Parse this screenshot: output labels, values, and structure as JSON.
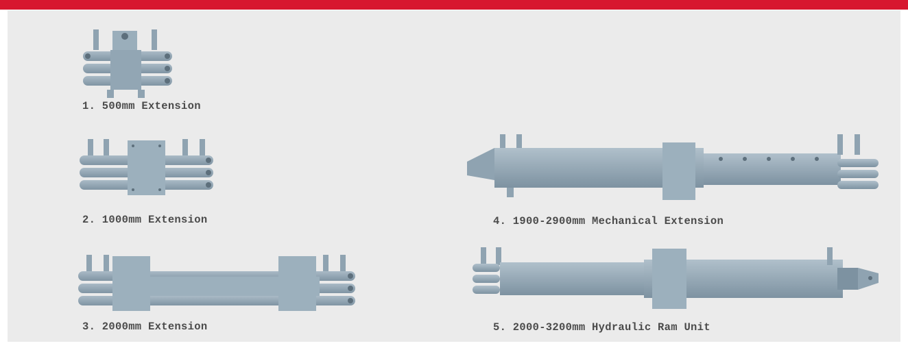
{
  "colors": {
    "accent": "#d7172f",
    "panel": "#ebebeb",
    "steel": "#8fa3b1",
    "caption": "#4a4a4a"
  },
  "items": [
    {
      "caption": "1. 500mm Extension",
      "image": "500mm-extension-bracket"
    },
    {
      "caption": "2. 1000mm Extension",
      "image": "1000mm-extension-bracket"
    },
    {
      "caption": "3. 2000mm Extension",
      "image": "2000mm-extension-beam"
    },
    {
      "caption": "4. 1900-2900mm Mechanical Extension",
      "image": "mechanical-extension-beam"
    },
    {
      "caption": "5. 2000-3200mm Hydraulic Ram Unit",
      "image": "hydraulic-ram-unit"
    }
  ]
}
